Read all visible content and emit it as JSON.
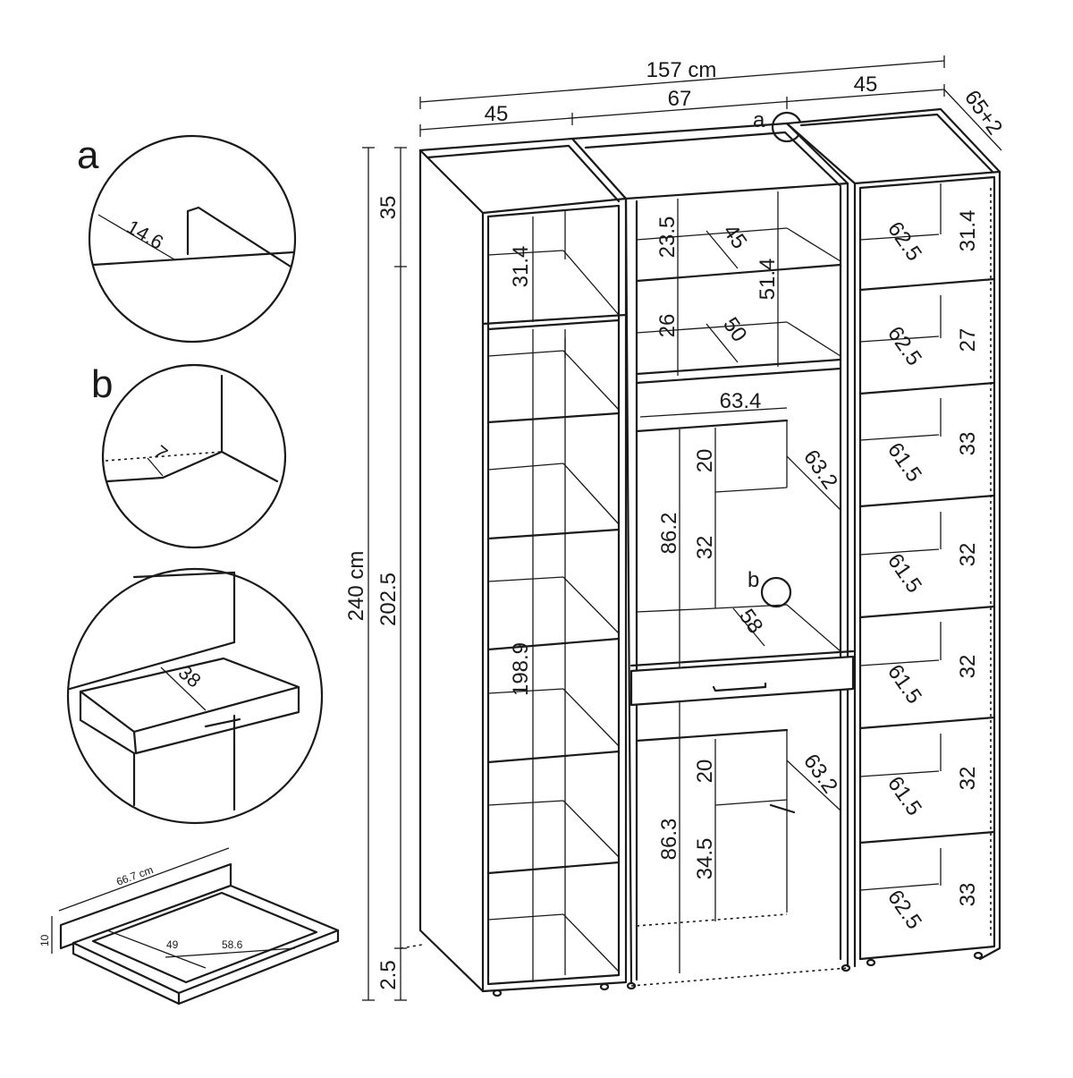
{
  "overall": {
    "width": "157 cm",
    "height": "240 cm",
    "depth": "65+2"
  },
  "top_widths": {
    "left": "45",
    "middle": "67",
    "right": "45"
  },
  "left_tower": {
    "top_box": "35",
    "body": "202.5",
    "plinth": "2.5",
    "inner_height": "198.9",
    "top_shelf": "31.4"
  },
  "middle_unit": {
    "upper_compartment": "23.5",
    "upper_depth": "45",
    "upper_total": "51.4",
    "lower_compartment": "26",
    "lower_depth": "50",
    "width": "63.4",
    "door_top_height": "20",
    "door_top_depth": "63.2",
    "section_top": "86.2",
    "section_top_gap": "32",
    "desk_depth": "58",
    "door_bottom_height": "20",
    "door_bottom_depth": "63.2",
    "section_bottom": "86.3",
    "section_bottom_gap": "34.5"
  },
  "right_tower": [
    {
      "depth": "62.5",
      "height": "31.4"
    },
    {
      "depth": "62.5",
      "height": "27"
    },
    {
      "depth": "61.5",
      "height": "33"
    },
    {
      "depth": "61.5",
      "height": "32"
    },
    {
      "depth": "61.5",
      "height": "32"
    },
    {
      "depth": "61.5",
      "height": "32"
    },
    {
      "depth": "62.5",
      "height": "33"
    }
  ],
  "details": {
    "a": {
      "label": "a",
      "value": "14.6"
    },
    "b": {
      "label": "b",
      "value": "7"
    },
    "drawer": {
      "value": "38"
    },
    "tray": {
      "width": "66.7 cm",
      "height": "10",
      "inner": "49",
      "depth": "58.6"
    }
  }
}
